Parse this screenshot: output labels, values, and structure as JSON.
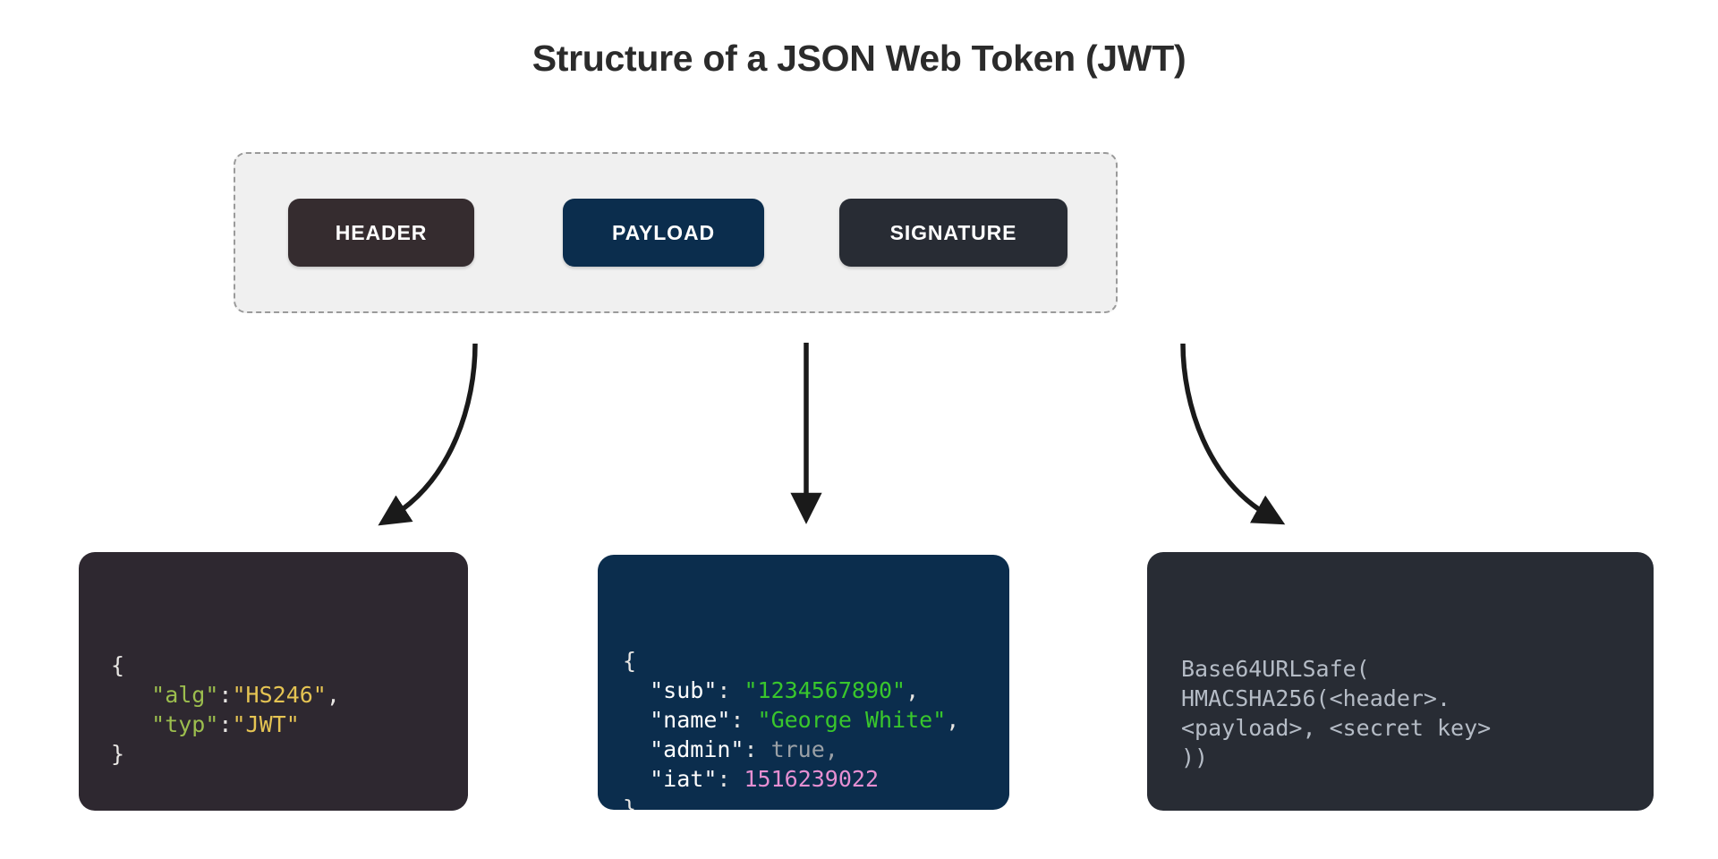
{
  "page": {
    "title": "Structure of a JSON Web Token (JWT)",
    "background": "#ffffff"
  },
  "token_group": {
    "fill": "#f0f0f0",
    "border": "#9a9a9a",
    "parts": [
      {
        "label": "HEADER",
        "color": "#352c2f"
      },
      {
        "label": "PAYLOAD",
        "color": "#0b2d4d"
      },
      {
        "label": "SIGNATURE",
        "color": "#282c34"
      }
    ]
  },
  "arrows": [
    {
      "name": "header-arrow",
      "style": "curved-left"
    },
    {
      "name": "payload-arrow",
      "style": "straight-down"
    },
    {
      "name": "signature-arrow",
      "style": "curved-right"
    }
  ],
  "cards": {
    "header": {
      "background": "#2e2830",
      "lines": [
        {
          "segments": [
            {
              "text": "{",
              "cls": "t-punct"
            }
          ]
        },
        {
          "segments": [
            {
              "text": "   ",
              "cls": "t-punct"
            },
            {
              "text": "\"alg\"",
              "cls": "t-hkey"
            },
            {
              "text": ":",
              "cls": "t-punct"
            },
            {
              "text": "\"HS246\"",
              "cls": "t-hval"
            },
            {
              "text": ",",
              "cls": "t-punct"
            }
          ]
        },
        {
          "segments": [
            {
              "text": "   ",
              "cls": "t-punct"
            },
            {
              "text": "\"typ\"",
              "cls": "t-hkey"
            },
            {
              "text": ":",
              "cls": "t-punct"
            },
            {
              "text": "\"JWT\"",
              "cls": "t-hval"
            }
          ]
        },
        {
          "segments": [
            {
              "text": "}",
              "cls": "t-punct"
            }
          ]
        }
      ]
    },
    "payload": {
      "background": "#0b2d4d",
      "lines": [
        {
          "segments": [
            {
              "text": "{",
              "cls": "t-punct"
            }
          ]
        },
        {
          "segments": [
            {
              "text": "  ",
              "cls": "t-punct"
            },
            {
              "text": "\"sub\"",
              "cls": "t-pkey"
            },
            {
              "text": ": ",
              "cls": "t-punct"
            },
            {
              "text": "\"1234567890\"",
              "cls": "t-pstr"
            },
            {
              "text": ",",
              "cls": "t-punct"
            }
          ]
        },
        {
          "segments": [
            {
              "text": "  ",
              "cls": "t-punct"
            },
            {
              "text": "\"name\"",
              "cls": "t-pkey"
            },
            {
              "text": ": ",
              "cls": "t-punct"
            },
            {
              "text": "\"George White\"",
              "cls": "t-pstr"
            },
            {
              "text": ",",
              "cls": "t-punct"
            }
          ]
        },
        {
          "segments": [
            {
              "text": "  ",
              "cls": "t-punct"
            },
            {
              "text": "\"admin\"",
              "cls": "t-pkey"
            },
            {
              "text": ": ",
              "cls": "t-punct"
            },
            {
              "text": "true",
              "cls": "t-pbool"
            },
            {
              "text": ",",
              "cls": "t-pbool"
            }
          ]
        },
        {
          "segments": [
            {
              "text": "  ",
              "cls": "t-punct"
            },
            {
              "text": "\"iat\"",
              "cls": "t-pkey"
            },
            {
              "text": ": ",
              "cls": "t-punct"
            },
            {
              "text": "1516239022",
              "cls": "t-pnum"
            }
          ]
        },
        {
          "segments": [
            {
              "text": "}",
              "cls": "t-punct"
            }
          ]
        }
      ]
    },
    "signature": {
      "background": "#282c34",
      "lines": [
        "Base64URLSafe(",
        "HMACSHA256(<header>.",
        "<payload>, <secret key>",
        "))"
      ]
    }
  }
}
